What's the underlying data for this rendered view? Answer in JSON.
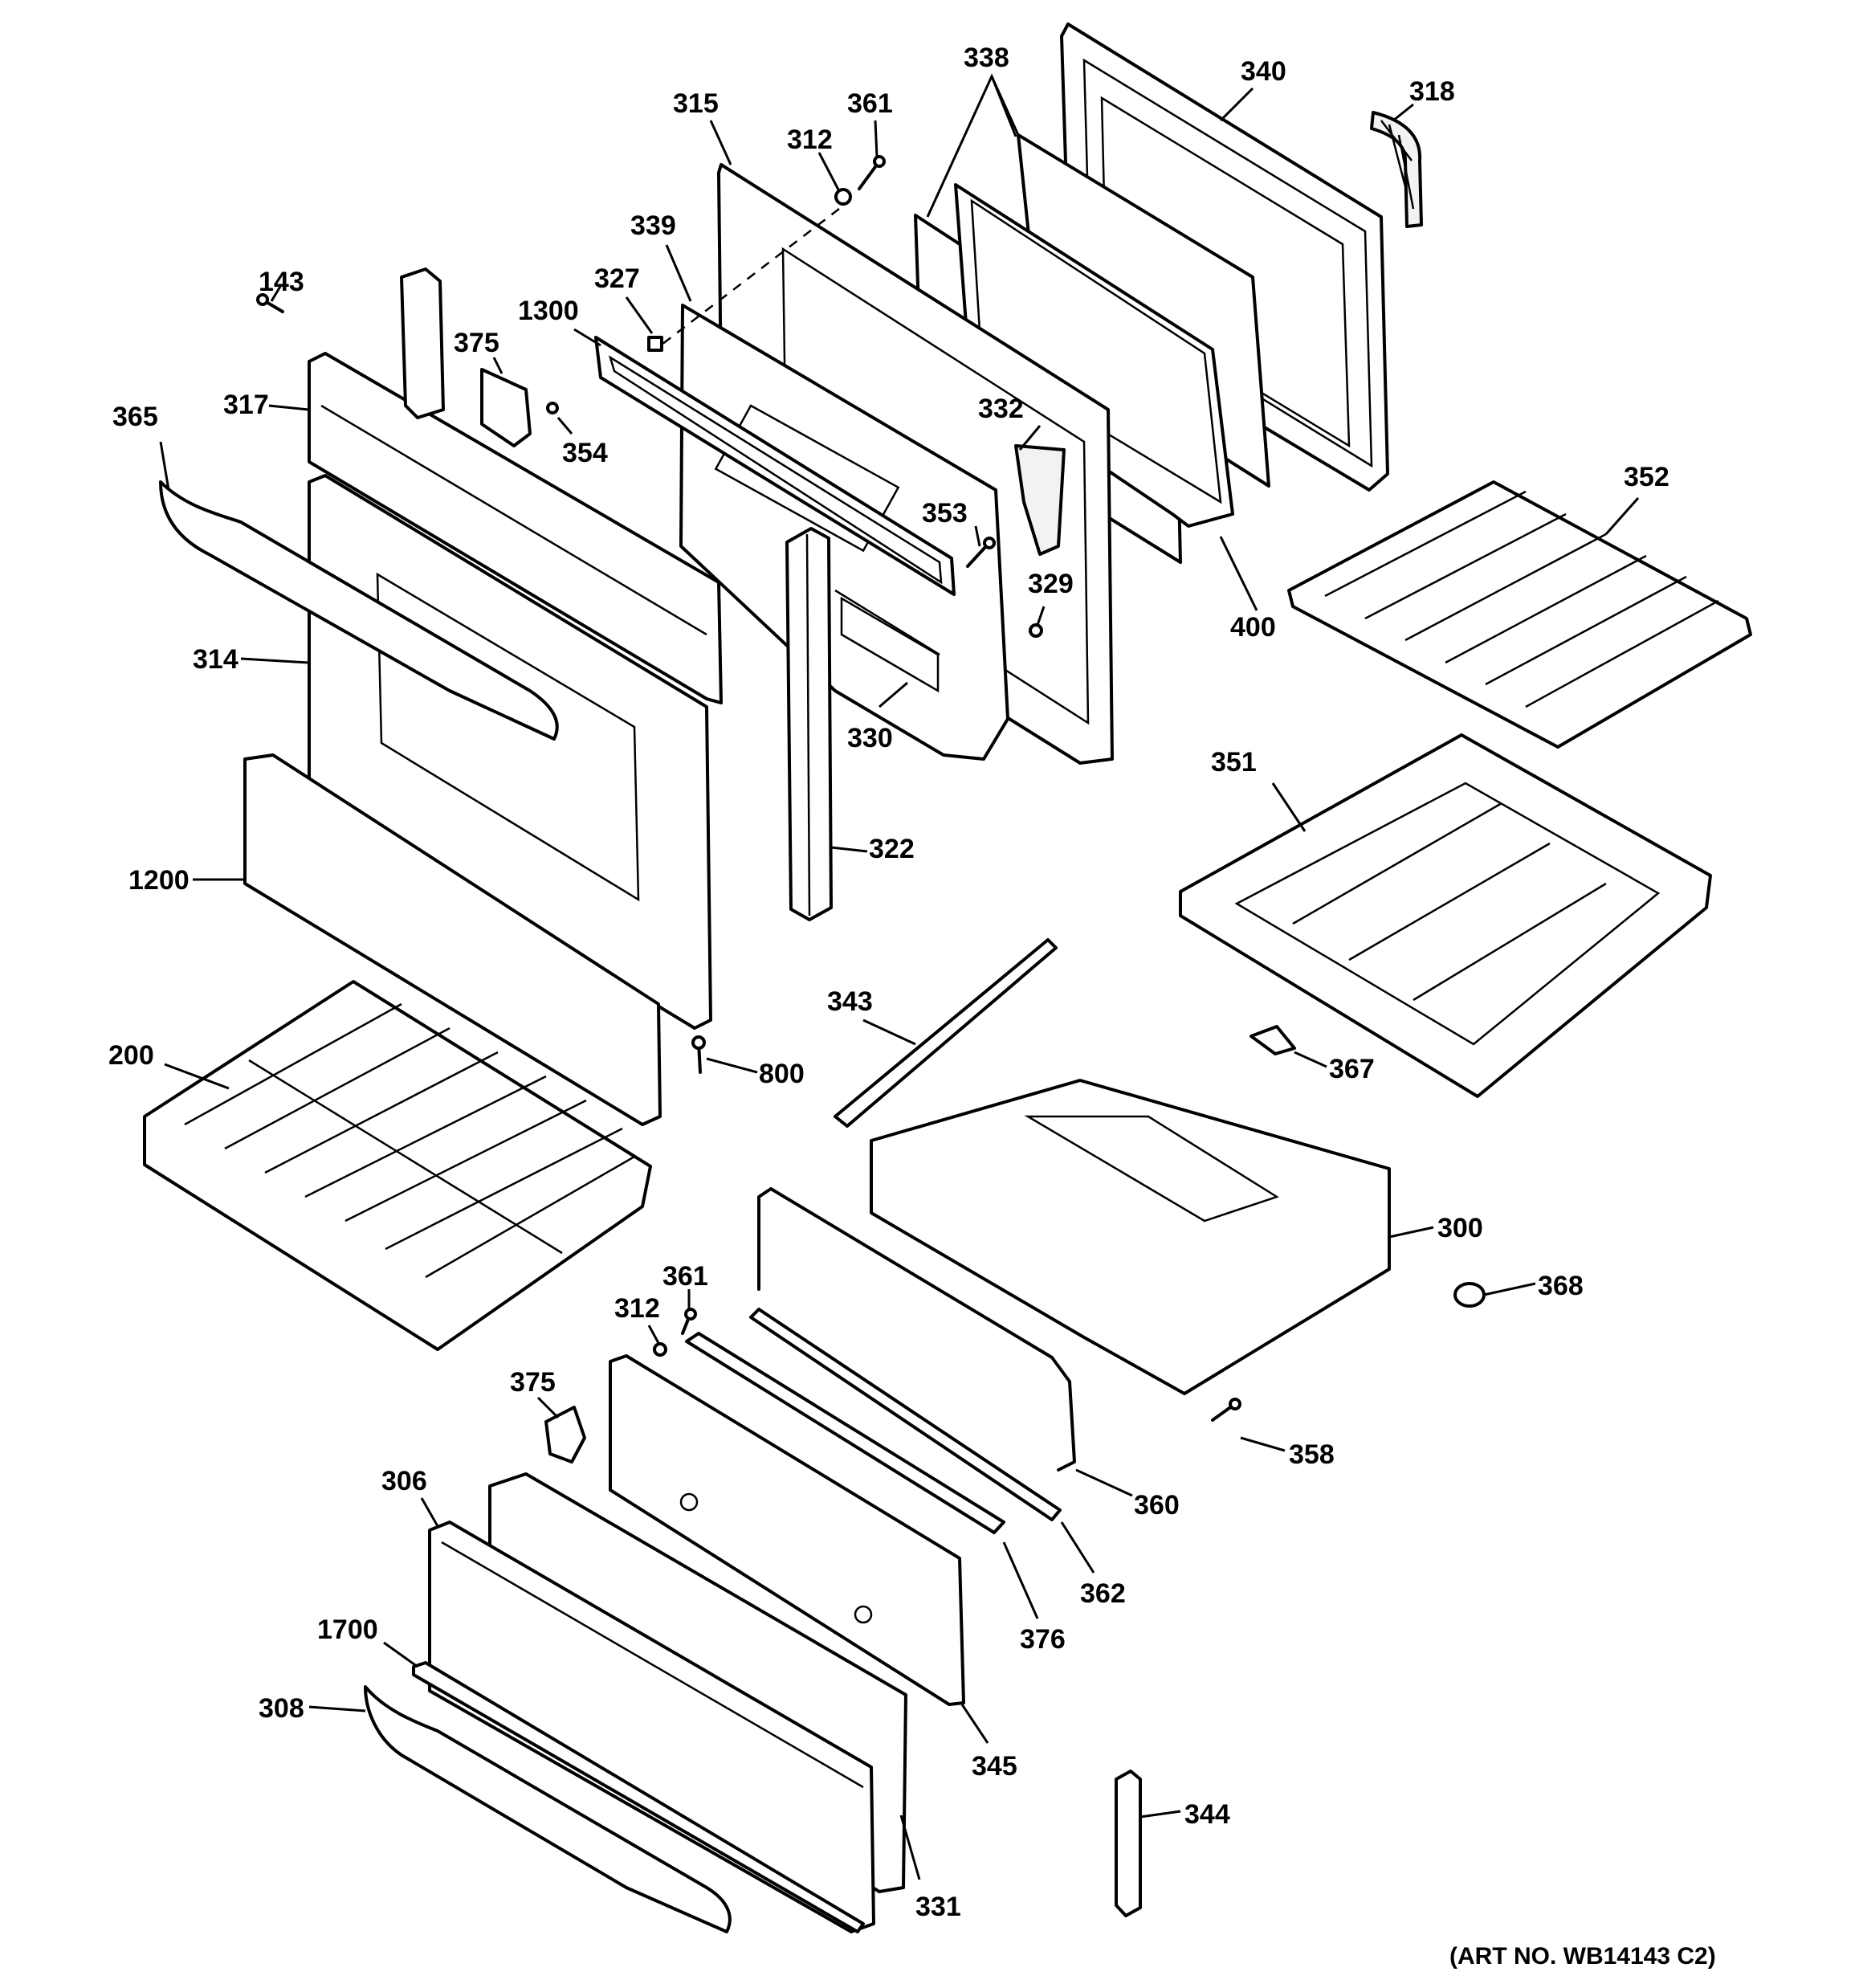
{
  "diagram": {
    "labels": {
      "l143": "143",
      "l365": "365",
      "l317": "317",
      "l375a": "375",
      "l354": "354",
      "l1300": "1300",
      "l327": "327",
      "l339": "339",
      "l315": "315",
      "l312a": "312",
      "l361a": "361",
      "l338": "338",
      "l340": "340",
      "l318": "318",
      "l314": "314",
      "l332": "332",
      "l353": "353",
      "l329": "329",
      "l400": "400",
      "l352": "352",
      "l330": "330",
      "l322": "322",
      "l351": "351",
      "l1200": "1200",
      "l343": "343",
      "l367": "367",
      "l200": "200",
      "l800": "800",
      "l300": "300",
      "l361b": "361",
      "l312b": "312",
      "l368": "368",
      "l375b": "375",
      "l358": "358",
      "l306": "306",
      "l360": "360",
      "l362": "362",
      "l1700": "1700",
      "l376": "376",
      "l308": "308",
      "l345": "345",
      "l344": "344",
      "l331": "331"
    },
    "art_number": "(ART NO. WB14143 C2)"
  }
}
